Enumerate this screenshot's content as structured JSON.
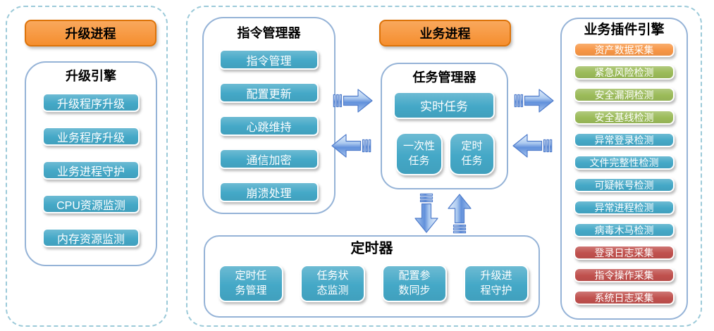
{
  "left_panel": {
    "header": "升级进程",
    "engine": {
      "title": "升级引擎",
      "items": [
        "升级程序升级",
        "业务程序升级",
        "业务进程守护",
        "CPU资源监测",
        "内存资源监测"
      ]
    }
  },
  "right_panel": {
    "command_manager": {
      "title": "指令管理器",
      "items": [
        "指令管理",
        "配置更新",
        "心跳维持",
        "通信加密",
        "崩溃处理"
      ]
    },
    "business_header": "业务进程",
    "task_manager": {
      "title": "任务管理器",
      "realtime_task": "实时任务",
      "onetime_task": "一次性\n任务",
      "scheduled_task": "定时\n任务"
    },
    "plugin_engine": {
      "title": "业务插件引擎",
      "items": [
        {
          "label": "资产数据采集",
          "color": "#f79646"
        },
        {
          "label": "紧急风险检测",
          "color": "#9bbb59"
        },
        {
          "label": "安全漏洞检测",
          "color": "#9bbb59"
        },
        {
          "label": "安全基线检测",
          "color": "#9bbb59"
        },
        {
          "label": "异常登录检测",
          "color": "#44a8c7"
        },
        {
          "label": "文件完整性检测",
          "color": "#44a8c7"
        },
        {
          "label": "可疑帐号检测",
          "color": "#44a8c7"
        },
        {
          "label": "异常进程检测",
          "color": "#44a8c7"
        },
        {
          "label": "病毒木马检测",
          "color": "#44a8c7"
        },
        {
          "label": "登录日志采集",
          "color": "#c0504d"
        },
        {
          "label": "指令操作采集",
          "color": "#c0504d"
        },
        {
          "label": "系统日志采集",
          "color": "#c0504d"
        }
      ]
    },
    "timer": {
      "title": "定时器",
      "items": [
        "定时任\n务管理",
        "任务状\n态监测",
        "配置参\n数同步",
        "升级进\n程守护"
      ]
    }
  },
  "colors": {
    "header_orange": "#f79646",
    "header_orange_border": "#dd7309",
    "node_teal": "#44a8c7",
    "node_green": "#9bbb59",
    "node_red": "#c0504d",
    "node_orange": "#f79646",
    "box_border_blue": "#95b3d7",
    "dashed_border_blue": "#9ccad9",
    "arrow_blue": "#6190db"
  }
}
